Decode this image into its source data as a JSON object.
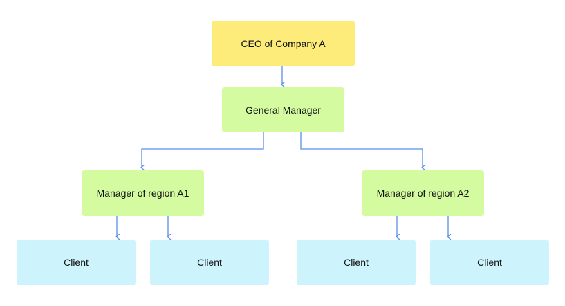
{
  "diagram": {
    "ceo": {
      "label": "CEO of Company A"
    },
    "general_manager": {
      "label": "General Manager"
    },
    "regions": [
      {
        "label": "Manager of region A1"
      },
      {
        "label": "Manager of region A2"
      }
    ],
    "clients": [
      {
        "label": "Client"
      },
      {
        "label": "Client"
      },
      {
        "label": "Client"
      },
      {
        "label": "Client"
      }
    ],
    "colors": {
      "ceo_fill": "#fdec7a",
      "manager_fill": "#d4fb9f",
      "client_fill": "#cdf3fc",
      "connector": "#5b8fe8"
    }
  }
}
